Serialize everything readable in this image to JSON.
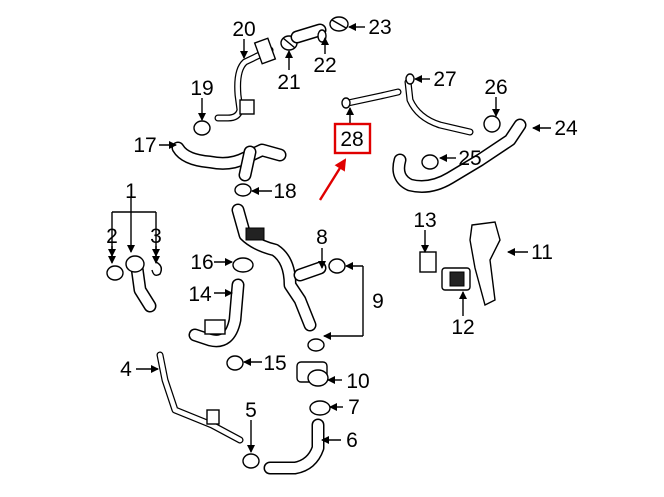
{
  "callouts": [
    "1",
    "2",
    "3",
    "4",
    "5",
    "6",
    "7",
    "8",
    "9",
    "10",
    "11",
    "12",
    "13",
    "14",
    "15",
    "16",
    "17",
    "18",
    "19",
    "20",
    "21",
    "22",
    "23",
    "24",
    "25",
    "26",
    "27",
    "28"
  ],
  "highlight": {
    "label": "28",
    "border_color": "#e00000",
    "arrow_color": "#e00000"
  }
}
